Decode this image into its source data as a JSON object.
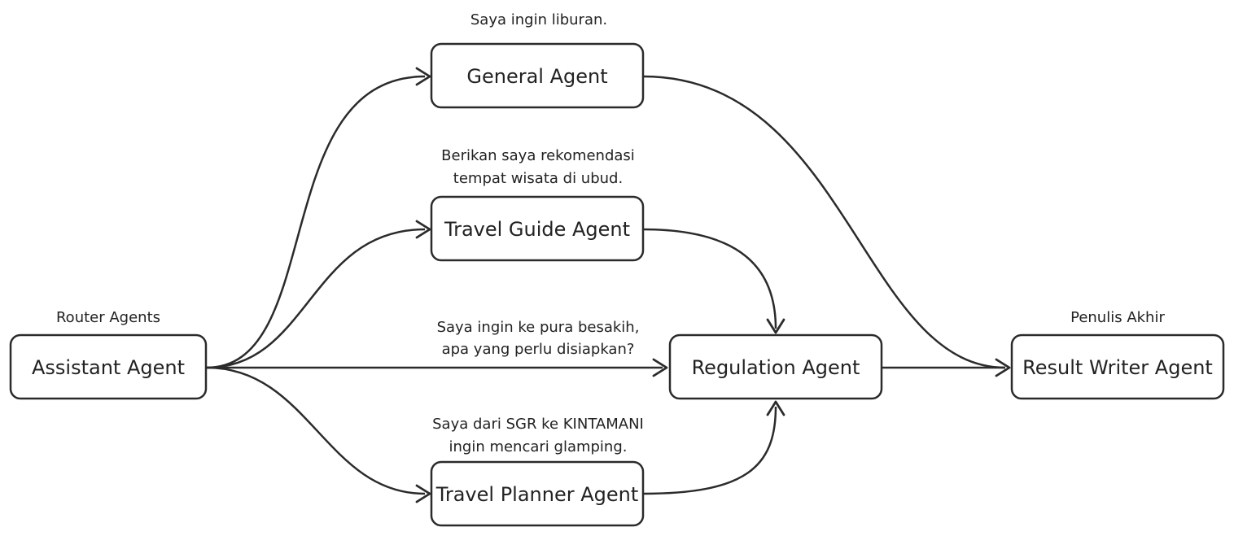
{
  "nodes": {
    "general": {
      "label": "General Agent"
    },
    "travel_guide": {
      "label": "Travel Guide Agent"
    },
    "assistant": {
      "label": "Assistant Agent"
    },
    "regulation": {
      "label": "Regulation Agent"
    },
    "result_writer": {
      "label": "Result Writer Agent"
    },
    "travel_planner": {
      "label": "Travel Planner Agent"
    }
  },
  "annotations": {
    "general_example": [
      "Saya ingin liburan."
    ],
    "travel_guide_example": [
      "Berikan saya rekomendasi",
      "tempat wisata di ubud."
    ],
    "regulation_example": [
      "Saya ingin ke pura besakih,",
      "apa yang perlu disiapkan?"
    ],
    "travel_planner_example": [
      "Saya dari SGR ke KINTAMANI",
      "ingin mencari glamping."
    ],
    "router_role": [
      "Router Agents"
    ],
    "final_role": [
      "Penulis Akhir"
    ]
  },
  "edges": [
    {
      "from": "assistant",
      "to": "general"
    },
    {
      "from": "assistant",
      "to": "travel_guide"
    },
    {
      "from": "assistant",
      "to": "regulation"
    },
    {
      "from": "assistant",
      "to": "travel_planner"
    },
    {
      "from": "travel_guide",
      "to": "regulation"
    },
    {
      "from": "travel_planner",
      "to": "regulation"
    },
    {
      "from": "general",
      "to": "result_writer"
    },
    {
      "from": "regulation",
      "to": "result_writer"
    }
  ],
  "colors": {
    "stroke": "#2b2b2b",
    "text": "#222222",
    "background": "#ffffff"
  }
}
